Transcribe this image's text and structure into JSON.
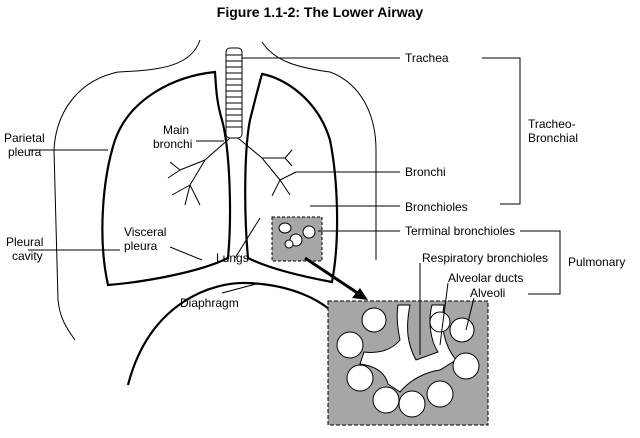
{
  "figure": {
    "title": "Figure 1.1-2:  The Lower Airway"
  },
  "labels": {
    "trachea": "Trachea",
    "tracheo_1": "Tracheo-",
    "tracheo_2": "Bronchial",
    "parietal_1": "Parietal",
    "parietal_2": "pleura",
    "main_1": "Main",
    "main_2": "bronchi",
    "bronchi": "Bronchi",
    "bronchioles": "Bronchioles",
    "terminal": "Terminal bronchioles",
    "pleural_1": "Pleural",
    "pleural_2": "cavity",
    "visceral_1": "Visceral",
    "visceral_2": "pleura",
    "lungs": "Lungs",
    "respiratory": "Respiratory bronchioles",
    "pulmonary": "Pulmonary",
    "alveolar_ducts": "Alveolar ducts",
    "alveoli": "Alveoli",
    "diaphragm": "Diaphragm"
  },
  "colors": {
    "inset_fill": "#a6a6a6",
    "line": "#000000",
    "alveoli_fill": "#ffffff"
  }
}
